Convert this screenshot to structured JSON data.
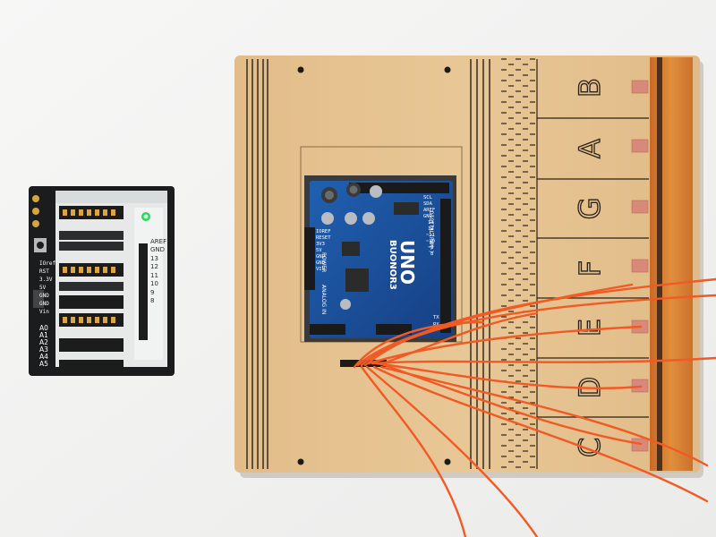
{
  "board_uno": {
    "logo": "UNO",
    "model": "BUONOR3",
    "header_top": "DIGITAL(PWM~)",
    "power_label": "POWER",
    "analog_label": "ANALOG IN",
    "power_pins": [
      "IOREF",
      "RESET",
      "3V3",
      "5V",
      "GND",
      "GND",
      "VIN"
    ],
    "top_pins": [
      "SCL",
      "SDA",
      "AREF",
      "GND",
      "13",
      "12",
      "~11",
      "~10",
      "~9",
      "8"
    ],
    "side_pins": [
      "TX",
      "RX"
    ]
  },
  "shield": {
    "power_labels": [
      "IOref",
      "RST",
      "3.3V",
      "5V",
      "GND",
      "GND",
      "Vin"
    ],
    "analog_labels": [
      "A0",
      "A1",
      "A2",
      "A3",
      "A4",
      "A5"
    ],
    "digital_labels": [
      "AREF",
      "GND",
      "13",
      "12",
      "11",
      "10",
      "9",
      "8"
    ]
  },
  "piano_keys": {
    "notes": [
      "B",
      "A",
      "G",
      "F",
      "E",
      "D",
      "C"
    ]
  },
  "colors": {
    "background": "#f3f3f1",
    "wood": "#e5c392",
    "engrave": "#2a2118",
    "uno_blue": "#1d4f9c",
    "shield_black": "#1a1c1e",
    "shield_white": "#e7e9e9",
    "wire_orange": "#f15a24",
    "copper_tape": "#d78a7a",
    "kapton_tape": "#d97b2c"
  }
}
